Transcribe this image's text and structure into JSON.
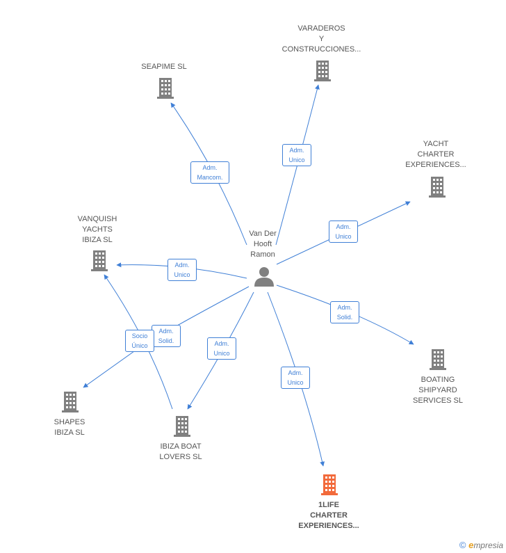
{
  "colors": {
    "edge": "#3f7fd6",
    "building": "#808080",
    "highlight": "#f26a3b",
    "person": "#808080"
  },
  "person": {
    "label": "Van Der\nHooft\nRamon",
    "icon": "person-icon"
  },
  "companies": [
    {
      "id": "varaderos",
      "label": "VARADEROS\nY\nCONSTRUCCIONES...",
      "icon": "building-icon"
    },
    {
      "id": "seapime",
      "label": "SEAPIME  SL",
      "icon": "building-icon"
    },
    {
      "id": "yacht-charter",
      "label": "YACHT\nCHARTER\nEXPERIENCES...",
      "icon": "building-icon"
    },
    {
      "id": "vanquish",
      "label": "VANQUISH\nYACHTS\nIBIZA  SL",
      "icon": "building-icon"
    },
    {
      "id": "boating",
      "label": "BOATING\nSHIPYARD\nSERVICES  SL",
      "icon": "building-icon"
    },
    {
      "id": "shapes",
      "label": "SHAPES\nIBIZA  SL",
      "icon": "building-icon"
    },
    {
      "id": "ibiza-boat",
      "label": "IBIZA BOAT\nLOVERS SL",
      "icon": "building-icon"
    },
    {
      "id": "1life",
      "label": "1LIFE\nCHARTER\nEXPERIENCES...",
      "icon": "building-icon",
      "highlight": true
    }
  ],
  "relations": [
    {
      "id": "r-seapime",
      "label": "Adm.\nMancom."
    },
    {
      "id": "r-varaderos",
      "label": "Adm.\nUnico"
    },
    {
      "id": "r-yacht",
      "label": "Adm.\nUnico"
    },
    {
      "id": "r-vanquish",
      "label": "Adm.\nUnico"
    },
    {
      "id": "r-boating",
      "label": "Adm.\nSolid."
    },
    {
      "id": "r-ibiza-solid",
      "label": "Adm.\nSolid."
    },
    {
      "id": "r-socio",
      "label": "Socio\nÚnico"
    },
    {
      "id": "r-ibiza-unico",
      "label": "Adm.\nUnico"
    },
    {
      "id": "r-1life",
      "label": "Adm.\nUnico"
    }
  ],
  "footer": {
    "copyright": "©",
    "brand_e": "e",
    "brand_rest": "mpresia"
  }
}
